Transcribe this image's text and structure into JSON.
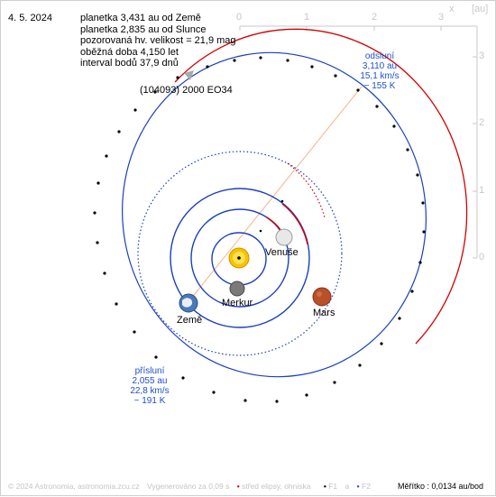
{
  "date": "4. 5. 2024",
  "info": {
    "line1": "planetka 3,431 au od Země",
    "line2": "planetka 2,835 au od Slunce",
    "line3": "pozorovaná hv. velikost = 21,9 mag",
    "line4": "oběžná doba 4,150 let",
    "line5": "interval bodů 37,9 dnů"
  },
  "asteroid": {
    "name": "(104093) 2000 EO34"
  },
  "aphelion": {
    "label": "odsluní",
    "distance": "3,110 au",
    "speed": "15,1 km/s",
    "temp": "~ 155 K"
  },
  "perihelion": {
    "label": "přísluní",
    "distance": "2,055 au",
    "speed": "22,8 km/s",
    "temp": "~ 191 K"
  },
  "planets": {
    "venus": "Venuše",
    "mercury": "Merkur",
    "earth": "Země",
    "mars": "Mars"
  },
  "axes": {
    "x_unit": "x",
    "y_unit": "[au]",
    "x_ticks": [
      "0",
      "1",
      "2",
      "3"
    ],
    "y_ticks": [
      "3",
      "2",
      "1",
      "0"
    ]
  },
  "footer": {
    "copyright": "© 2024 Astronomia, astronomia.zcu.cz",
    "generated": "Vygenerováno za 0,09 s",
    "legend_center": "střed elipsy, ohniska",
    "legend_f1": "F1",
    "legend_a": "a",
    "legend_f2": "F2"
  },
  "scale": "Měřítko : 0,0134 au/bod",
  "colors": {
    "orbit_red": "#d40000",
    "orbit_blue": "#1a3fbf",
    "axis": "#c8c8c8",
    "note_blue": "#1f4fd0"
  }
}
